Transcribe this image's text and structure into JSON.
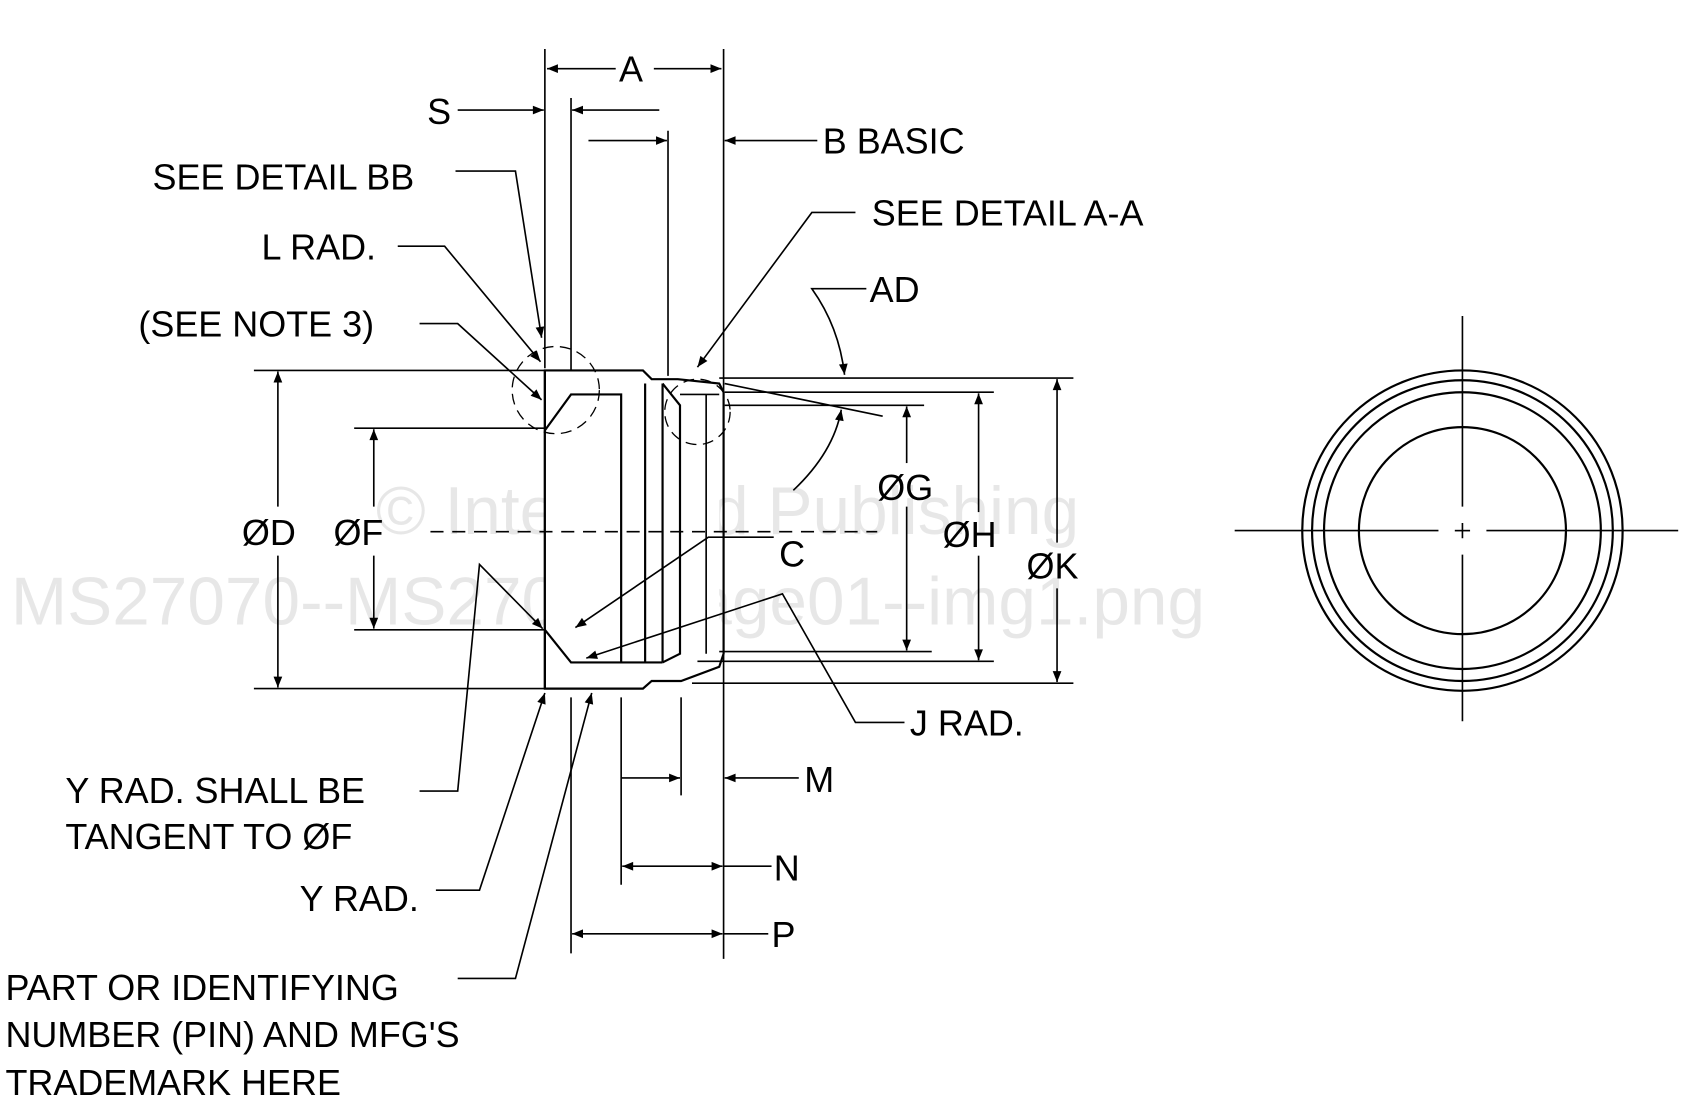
{
  "labels": {
    "a": "A",
    "s": "S",
    "b_basic": "B BASIC",
    "see_detail_bb": "SEE DETAIL BB",
    "l_rad": "L RAD.",
    "see_note_3": "(SEE NOTE 3)",
    "see_detail_aa": "SEE DETAIL A-A",
    "ad": "AD",
    "dia_d": "ØD",
    "dia_f": "ØF",
    "dia_g": "ØG",
    "dia_h": "ØH",
    "dia_k": "ØK",
    "c": "C",
    "j_rad": "J RAD.",
    "m": "M",
    "n": "N",
    "p": "P",
    "y_rad_tangent_1": "Y RAD. SHALL BE",
    "y_rad_tangent_2": "TANGENT TO ØF",
    "y_rad": "Y RAD.",
    "pin_1": "PART OR IDENTIFYING",
    "pin_2": "NUMBER (PIN) AND MFG'S",
    "pin_3": "TRADEMARK HERE"
  },
  "watermark": {
    "line1": "© Integrated Publishing",
    "line2": "MS27070--MS27070-page01--img1.png"
  }
}
